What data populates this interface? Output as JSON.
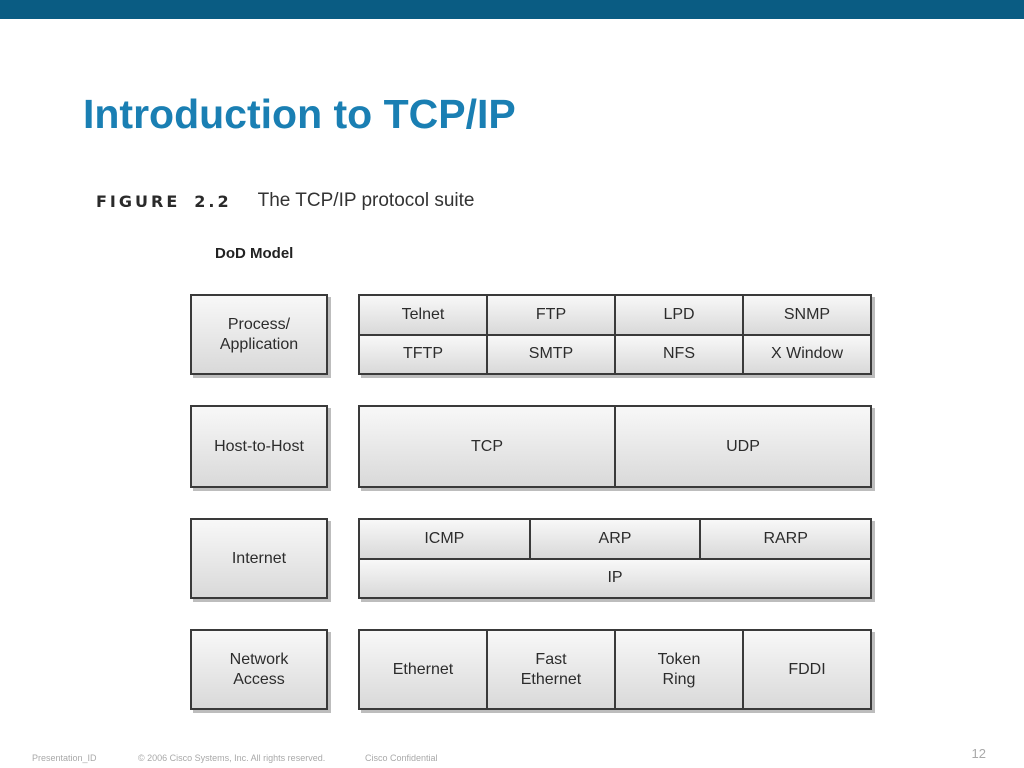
{
  "title": "Introduction to TCP/IP",
  "figure": {
    "label": "FIGURE",
    "number": "2.2",
    "caption": "The TCP/IP protocol suite"
  },
  "model_label": "DoD Model",
  "layers": [
    {
      "name": "Process/\nApplication",
      "rows": [
        [
          "Telnet",
          "FTP",
          "LPD",
          "SNMP"
        ],
        [
          "TFTP",
          "SMTP",
          "NFS",
          "X Window"
        ]
      ]
    },
    {
      "name": "Host-to-Host",
      "rows": [
        [
          "TCP",
          "UDP"
        ]
      ]
    },
    {
      "name": "Internet",
      "rows": [
        [
          "ICMP",
          "ARP",
          "RARP"
        ],
        [
          "IP"
        ]
      ]
    },
    {
      "name": "Network\nAccess",
      "rows": [
        [
          "Ethernet",
          "Fast\nEthernet",
          "Token\nRing",
          "FDDI"
        ]
      ]
    }
  ],
  "footer": {
    "presentation_id": "Presentation_ID",
    "copyright": "© 2006 Cisco Systems, Inc. All rights reserved.",
    "confidential": "Cisco Confidential",
    "page_number": "12"
  },
  "colors": {
    "top_bar": "#0a5c83",
    "title": "#1a7fb3"
  }
}
